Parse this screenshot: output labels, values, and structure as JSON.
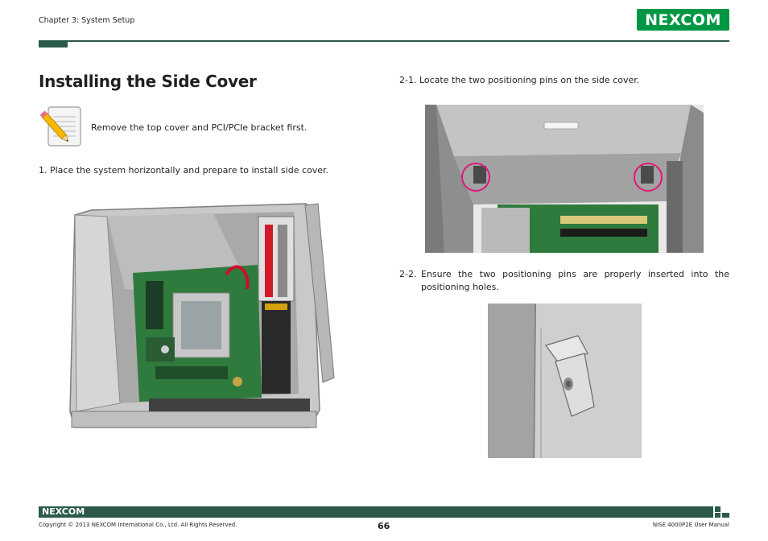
{
  "header": {
    "chapter": "Chapter 3: System Setup",
    "logo": "NEXCOM"
  },
  "title": "Installing the Side Cover",
  "note": {
    "icon": "note-pencil-icon",
    "text": "Remove the top cover and PCI/PCIe bracket first."
  },
  "steps": {
    "step1": "1. Place the system horizontally and prepare to install side cover.",
    "step2_1": "2-1. Locate the two positioning pins on the side cover.",
    "step2_2_num": "2-2.",
    "step2_2_text": "Ensure the two positioning pins are properly inserted into the positioning holes."
  },
  "footer": {
    "logo": "NEXCOM",
    "copyright": "Copyright © 2013 NEXCOM International Co., Ltd. All Rights Reserved.",
    "page_number": "66",
    "manual": "NISE 4000P2E User Manual"
  },
  "colors": {
    "brand_green": "#009744",
    "dark_teal": "#2b5a4a",
    "highlight_circle": "#e0177a"
  }
}
